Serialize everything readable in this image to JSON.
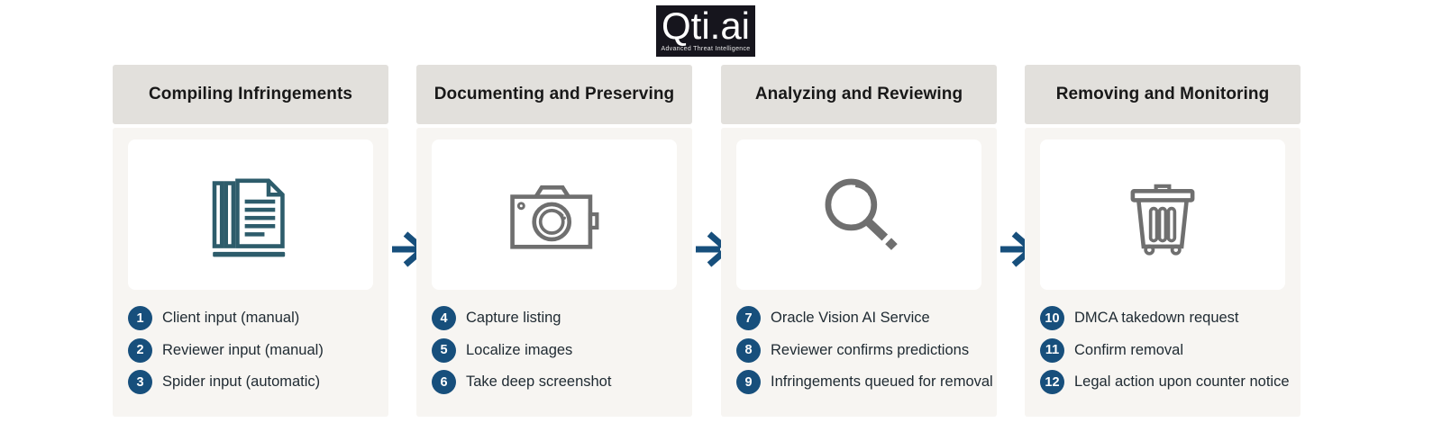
{
  "logo": {
    "title": "Qti.ai",
    "subtitle": "Advanced Threat Intelligence"
  },
  "colors": {
    "accent_blue": "#174f7c",
    "header_bg": "#e2e0dc",
    "panel_bg": "#f7f5f2",
    "logo_bg": "#16151d",
    "icon_teal": "#2d5c6b",
    "icon_gray": "#6f6f6f"
  },
  "columns": [
    {
      "title": "Compiling Infringements",
      "icon": "documents-icon",
      "items": [
        {
          "number": "1",
          "label": "Client input (manual)"
        },
        {
          "number": "2",
          "label": "Reviewer input (manual)"
        },
        {
          "number": "3",
          "label": "Spider input (automatic)"
        }
      ]
    },
    {
      "title": "Documenting and Preserving",
      "icon": "camera-icon",
      "items": [
        {
          "number": "4",
          "label": "Capture listing"
        },
        {
          "number": "5",
          "label": "Localize images"
        },
        {
          "number": "6",
          "label": "Take deep screenshot"
        }
      ]
    },
    {
      "title": "Analyzing and Reviewing",
      "icon": "magnifier-icon",
      "items": [
        {
          "number": "7",
          "label": "Oracle Vision AI Service"
        },
        {
          "number": "8",
          "label": "Reviewer confirms predictions"
        },
        {
          "number": "9",
          "label": "Infringements queued for removal"
        }
      ]
    },
    {
      "title": "Removing and Monitoring",
      "icon": "trash-icon",
      "items": [
        {
          "number": "10",
          "label": "DMCA takedown request"
        },
        {
          "number": "11",
          "label": "Confirm removal"
        },
        {
          "number": "12",
          "label": "Legal action upon counter notice"
        }
      ]
    }
  ]
}
